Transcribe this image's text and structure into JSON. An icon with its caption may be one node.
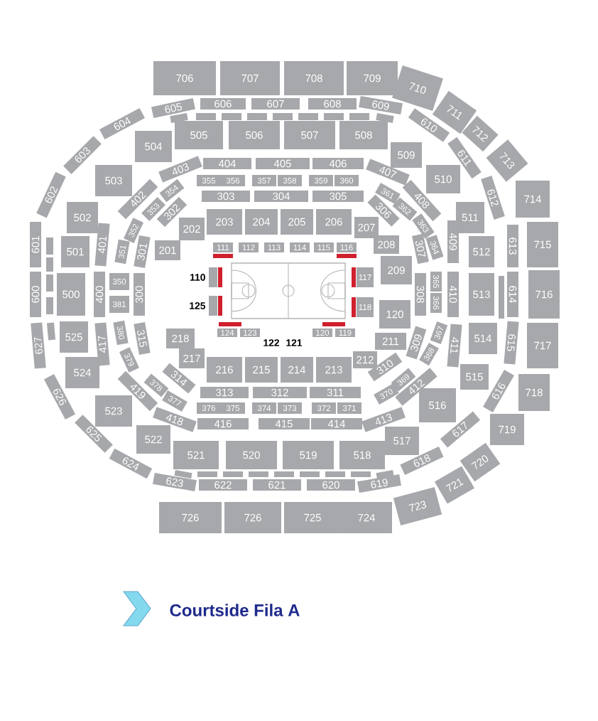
{
  "diagram": {
    "nodes": [
      {
        "text": [
          "706"
        ]
      },
      {
        "text": [
          "707"
        ]
      },
      {
        "text": [
          "708"
        ]
      },
      {
        "text": [
          "709"
        ]
      },
      {
        "text": [
          "710"
        ]
      },
      {
        "text": [
          "711"
        ]
      },
      {
        "text": [
          "712"
        ]
      },
      {
        "text": [
          "713"
        ]
      },
      {
        "text": [
          "714"
        ]
      },
      {
        "text": [
          "715"
        ]
      },
      {
        "text": [
          "716"
        ]
      },
      {
        "text": [
          "717"
        ]
      },
      {
        "text": [
          "718"
        ]
      },
      {
        "text": [
          "719"
        ]
      },
      {
        "text": [
          "720"
        ]
      },
      {
        "text": [
          "721"
        ]
      },
      {
        "text": [
          "723"
        ]
      },
      {
        "text": [
          "724"
        ]
      },
      {
        "text": [
          "725"
        ]
      },
      {
        "text": [
          "726"
        ]
      },
      {
        "text": [
          "726"
        ]
      },
      {
        "text": [
          "605"
        ]
      },
      {
        "text": [
          "606"
        ]
      },
      {
        "text": [
          "607"
        ]
      },
      {
        "text": [
          "608"
        ]
      },
      {
        "text": [
          "609"
        ]
      },
      {
        "text": [
          "610"
        ]
      },
      {
        "text": [
          "611"
        ]
      },
      {
        "text": [
          "612"
        ]
      },
      {
        "text": [
          "613"
        ]
      },
      {
        "text": [
          "614"
        ]
      },
      {
        "text": [
          "615"
        ]
      },
      {
        "text": [
          "616"
        ]
      },
      {
        "text": [
          "617"
        ]
      },
      {
        "text": [
          "618"
        ]
      },
      {
        "text": [
          "619"
        ]
      },
      {
        "text": [
          "620"
        ]
      },
      {
        "text": [
          "621"
        ]
      },
      {
        "text": [
          "622"
        ]
      },
      {
        "text": [
          "623"
        ]
      },
      {
        "text": [
          "624"
        ]
      },
      {
        "text": [
          "625"
        ]
      },
      {
        "text": [
          "626"
        ]
      },
      {
        "text": [
          "627"
        ]
      },
      {
        "text": [
          "600"
        ]
      },
      {
        "text": [
          "601"
        ]
      },
      {
        "text": [
          "602"
        ]
      },
      {
        "text": [
          "603"
        ]
      },
      {
        "text": [
          "604"
        ]
      },
      {
        "text": [
          "505"
        ]
      },
      {
        "text": [
          "506"
        ]
      },
      {
        "text": [
          "507"
        ]
      },
      {
        "text": [
          "508"
        ]
      },
      {
        "text": [
          "509"
        ]
      },
      {
        "text": [
          "510"
        ]
      },
      {
        "text": [
          "511"
        ]
      },
      {
        "text": [
          "512"
        ]
      },
      {
        "text": [
          "513"
        ]
      },
      {
        "text": [
          "514"
        ]
      },
      {
        "text": [
          "515"
        ]
      },
      {
        "text": [
          "516"
        ]
      },
      {
        "text": [
          "517"
        ]
      },
      {
        "text": [
          "518"
        ]
      },
      {
        "text": [
          "519"
        ]
      },
      {
        "text": [
          "520"
        ]
      },
      {
        "text": [
          "521"
        ]
      },
      {
        "text": [
          "522"
        ]
      },
      {
        "text": [
          "523"
        ]
      },
      {
        "text": [
          "524"
        ]
      },
      {
        "text": [
          "525"
        ]
      },
      {
        "text": [
          "500"
        ]
      },
      {
        "text": [
          "501"
        ]
      },
      {
        "text": [
          "502"
        ]
      },
      {
        "text": [
          "503"
        ]
      },
      {
        "text": [
          "504"
        ]
      },
      {
        "text": [
          "403"
        ]
      },
      {
        "text": [
          "404"
        ]
      },
      {
        "text": [
          "405"
        ]
      },
      {
        "text": [
          "406"
        ]
      },
      {
        "text": [
          "407"
        ]
      },
      {
        "text": [
          "408"
        ]
      },
      {
        "text": [
          "409"
        ]
      },
      {
        "text": [
          "410"
        ]
      },
      {
        "text": [
          "411"
        ]
      },
      {
        "text": [
          "412"
        ]
      },
      {
        "text": [
          "413"
        ]
      },
      {
        "text": [
          "414"
        ]
      },
      {
        "text": [
          "415"
        ]
      },
      {
        "text": [
          "416"
        ]
      },
      {
        "text": [
          "418"
        ]
      },
      {
        "text": [
          "419"
        ]
      },
      {
        "text": [
          "417"
        ]
      },
      {
        "text": [
          "400"
        ]
      },
      {
        "text": [
          "401"
        ]
      },
      {
        "text": [
          "402"
        ]
      },
      {
        "text": [
          "355"
        ]
      },
      {
        "text": [
          "356"
        ]
      },
      {
        "text": [
          "357"
        ]
      },
      {
        "text": [
          "358"
        ]
      },
      {
        "text": [
          "359"
        ]
      },
      {
        "text": [
          "360"
        ]
      },
      {
        "text": [
          "361"
        ]
      },
      {
        "text": [
          "362"
        ]
      },
      {
        "text": [
          "363"
        ]
      },
      {
        "text": [
          "364"
        ]
      },
      {
        "text": [
          "365"
        ]
      },
      {
        "text": [
          "366"
        ]
      },
      {
        "text": [
          "367"
        ]
      },
      {
        "text": [
          "368"
        ]
      },
      {
        "text": [
          "369"
        ]
      },
      {
        "text": [
          "370"
        ]
      },
      {
        "text": [
          "371"
        ]
      },
      {
        "text": [
          "372"
        ]
      },
      {
        "text": [
          "373"
        ]
      },
      {
        "text": [
          "374"
        ]
      },
      {
        "text": [
          "375"
        ]
      },
      {
        "text": [
          "376"
        ]
      },
      {
        "text": [
          "377"
        ]
      },
      {
        "text": [
          "378"
        ]
      },
      {
        "text": [
          "379"
        ]
      },
      {
        "text": [
          "380"
        ]
      },
      {
        "text": [
          "381"
        ]
      },
      {
        "text": [
          "350"
        ]
      },
      {
        "text": [
          "351"
        ]
      },
      {
        "text": [
          "352"
        ]
      },
      {
        "text": [
          "353"
        ]
      },
      {
        "text": [
          "354"
        ]
      },
      {
        "text": [
          "301"
        ]
      },
      {
        "text": [
          "302"
        ]
      },
      {
        "text": [
          "303"
        ]
      },
      {
        "text": [
          "304"
        ]
      },
      {
        "text": [
          "305"
        ]
      },
      {
        "text": [
          "306"
        ]
      },
      {
        "text": [
          "307"
        ]
      },
      {
        "text": [
          "308"
        ]
      },
      {
        "text": [
          "309"
        ]
      },
      {
        "text": [
          "310"
        ]
      },
      {
        "text": [
          "311"
        ]
      },
      {
        "text": [
          "312"
        ]
      },
      {
        "text": [
          "313"
        ]
      },
      {
        "text": [
          "314"
        ]
      },
      {
        "text": [
          "315"
        ]
      },
      {
        "text": [
          "300"
        ]
      },
      {
        "text": [
          "111"
        ]
      },
      {
        "text": [
          "112"
        ]
      },
      {
        "text": [
          "113"
        ]
      },
      {
        "text": [
          "114"
        ]
      },
      {
        "text": [
          "115"
        ]
      },
      {
        "text": [
          "116"
        ]
      },
      {
        "text": [],
        "shape": "bar"
      },
      {
        "text": [],
        "shape": "bar"
      },
      {
        "text": [],
        "shape": "box",
        "beside": [
          "110"
        ]
      },
      {
        "text": [],
        "shape": "bar"
      },
      {
        "text": [],
        "shape": "bar"
      },
      {
        "text": [
          "117"
        ]
      },
      {
        "text": [],
        "shape": "box",
        "beside": [
          "125"
        ]
      },
      {
        "text": [],
        "shape": "bar"
      },
      {
        "text": [],
        "shape": "bar"
      },
      {
        "text": [
          "118"
        ]
      },
      {
        "text": [],
        "shape": "bar"
      },
      {
        "text": [],
        "shape": "bar"
      },
      {
        "text": [
          "124"
        ]
      },
      {
        "text": [
          "123"
        ]
      },
      {
        "text": [
          "120"
        ]
      },
      {
        "text": [
          "119"
        ]
      },
      {
        "text": [
          "201"
        ]
      },
      {
        "text": [
          "202"
        ]
      },
      {
        "text": [
          "203"
        ]
      },
      {
        "text": [
          "204"
        ]
      },
      {
        "text": [
          "205"
        ]
      },
      {
        "text": [
          "206"
        ]
      },
      {
        "text": [
          "207"
        ]
      },
      {
        "text": [
          "208"
        ]
      },
      {
        "text": [
          "209"
        ]
      },
      {
        "text": [
          "120"
        ]
      },
      {
        "text": [
          "211"
        ]
      },
      {
        "text": [
          "212"
        ]
      },
      {
        "text": [
          "213"
        ]
      },
      {
        "text": [
          "214"
        ]
      },
      {
        "text": [
          "215"
        ]
      },
      {
        "text": [
          "216"
        ]
      },
      {
        "text": [
          "217"
        ]
      },
      {
        "text": [
          "218"
        ]
      },
      {
        "text": [],
        "shape": "box"
      },
      {
        "text": [],
        "shape": "box"
      },
      {
        "text": [],
        "shape": "box"
      },
      {
        "text": [],
        "shape": "box"
      },
      {
        "text": [],
        "shape": "box"
      },
      {
        "text": [],
        "shape": "box"
      },
      {
        "text": [],
        "shape": "box"
      },
      {
        "text": [],
        "shape": "box"
      },
      {
        "text": [],
        "shape": "box"
      },
      {
        "text": [],
        "shape": "box"
      },
      {
        "text": [],
        "shape": "box"
      },
      {
        "text": [],
        "shape": "box"
      },
      {
        "text": [],
        "shape": "box"
      },
      {
        "text": [],
        "shape": "box"
      },
      {
        "text": [],
        "shape": "box"
      },
      {
        "text": [],
        "shape": "box"
      },
      {
        "text": [],
        "shape": "box"
      },
      {
        "text": [],
        "shape": "box"
      },
      {
        "text": [],
        "shape": "box"
      },
      {
        "text": [],
        "shape": "box"
      },
      {
        "text": [],
        "shape": "box"
      },
      {
        "text": [],
        "shape": "box"
      },
      {
        "text": [],
        "shape": "box"
      },
      {
        "text": [],
        "shape": "box"
      }
    ],
    "labels": [
      "122",
      "121"
    ],
    "legend": [
      {
        "text": "Courtside Fila A"
      }
    ]
  }
}
